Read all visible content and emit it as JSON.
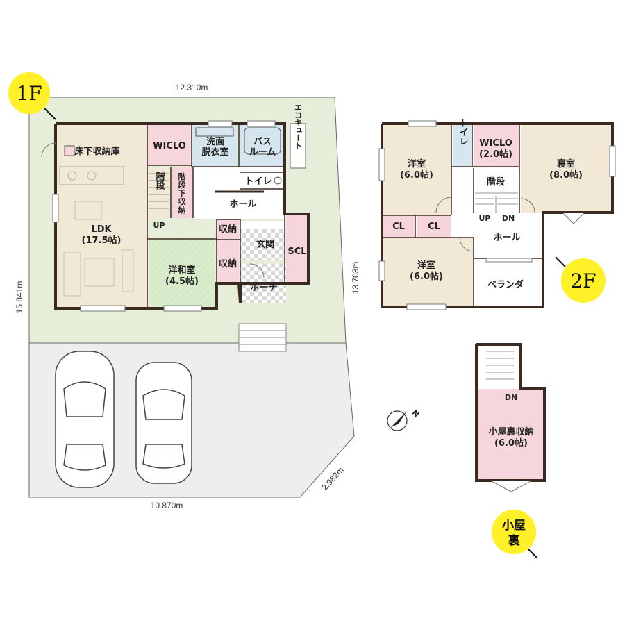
{
  "floors": {
    "f1": {
      "badge": "1F"
    },
    "f2": {
      "badge": "2F"
    },
    "loft": {
      "badge_line1": "小屋",
      "badge_line2": "裏"
    }
  },
  "dimensions": {
    "top_width": "12.310m",
    "bottom_width": "10.870m",
    "left_depth": "15.841m",
    "right_depth": "13.703m",
    "diagonal": "2.982m"
  },
  "rooms_1f": {
    "underfloor_storage": "床下収納庫",
    "ldk": "LDK",
    "ldk_size": "(17.5帖)",
    "wiclo": "WICLO",
    "wash": "洗面",
    "dressing": "脱衣室",
    "bath": "バス",
    "bath2": "ルーム",
    "ecocute": "エコキュート",
    "toilet": "トイレ",
    "stair": "階段",
    "under_stair_storage": [
      "階",
      "段",
      "下",
      "収",
      "納"
    ],
    "hall": "ホール",
    "up": "UP",
    "storage_a": "収納",
    "storage_b": "収納",
    "entrance": "玄関",
    "scl": "SCL",
    "washitsu": "洋和室",
    "washitsu_size": "(4.5帖)",
    "porch": "ポーチ"
  },
  "rooms_2f": {
    "youshitsu_a": "洋室",
    "youshitsu_a_size": "(6.0帖)",
    "toilet": "トイレ",
    "wiclo": "WICLO",
    "wiclo_size": "(2.0帖)",
    "bedroom": "寝室",
    "bedroom_size": "(8.0帖)",
    "stair": "階段",
    "up": "UP",
    "dn": "DN",
    "cl_a": "CL",
    "cl_b": "CL",
    "hall": "ホール",
    "youshitsu_b": "洋室",
    "youshitsu_b_size": "(6.0帖)",
    "veranda": "ベランダ"
  },
  "rooms_loft": {
    "dn": "DN",
    "attic": "小屋裏収納",
    "attic_size": "(6.0帖)"
  },
  "compass": {
    "label": "N"
  },
  "colors": {
    "lot_green": "#e6eed9",
    "driveway": "#eeeeee",
    "floor_beige": "#f2e8d6",
    "wet_blue": "#d6e6ee",
    "closet_pink": "#f6d6dc",
    "tatami_green": "#d9eccb",
    "wall": "#3a2a22",
    "badge_yellow": "#fff027"
  }
}
